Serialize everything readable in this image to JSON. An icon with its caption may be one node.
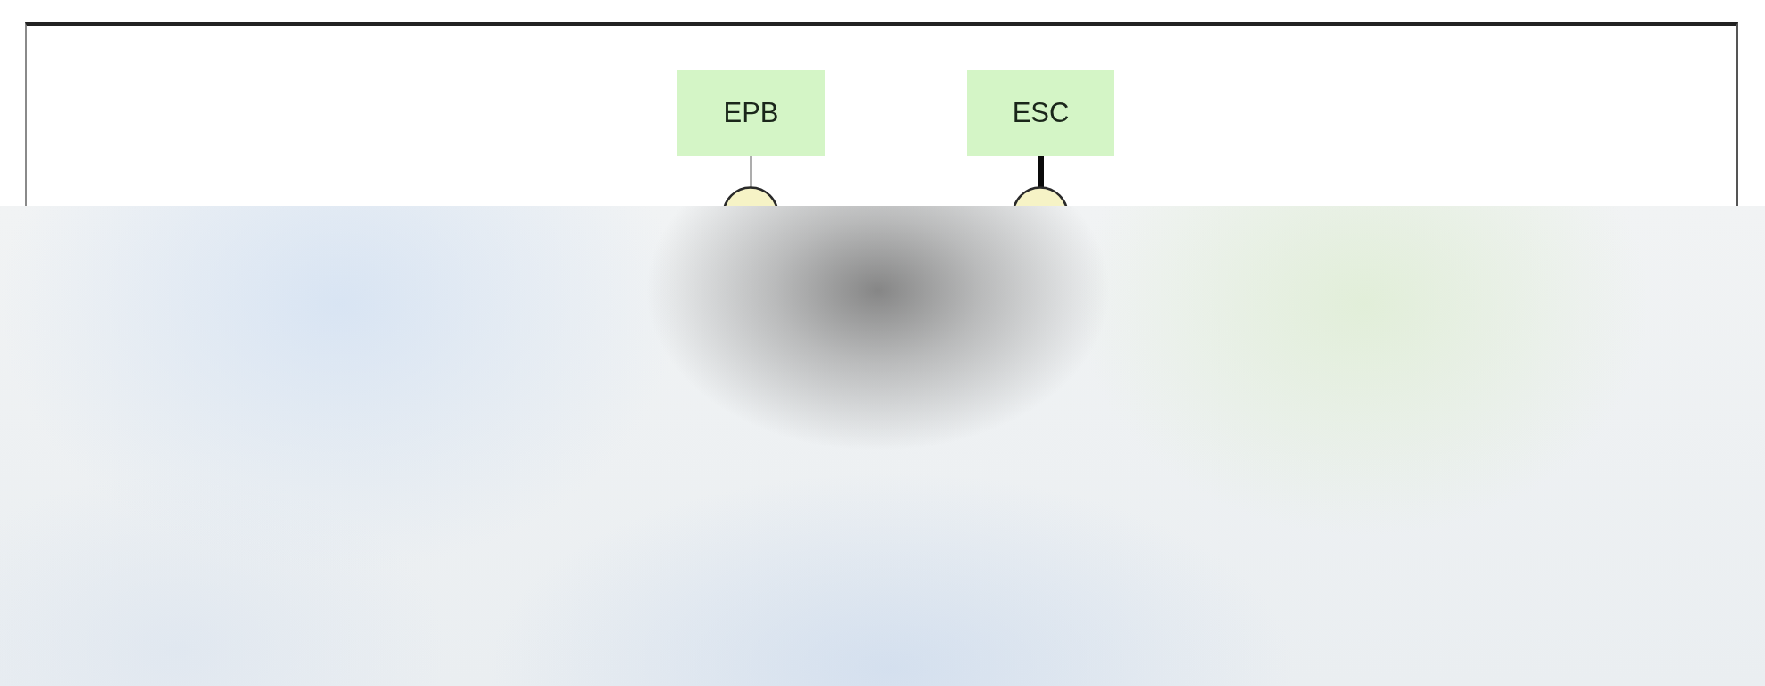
{
  "diagram": {
    "nodes": [
      {
        "text": [
          "EPB"
        ]
      },
      {
        "text": [
          "ESC"
        ]
      },
      {
        "text": [],
        "shape": "circle"
      },
      {
        "text": [],
        "shape": "circle"
      }
    ],
    "edges": [
      {
        "from": 0,
        "to": 2,
        "arrow": "none"
      },
      {
        "from": 1,
        "to": 3,
        "arrow": "none",
        "style": "thick"
      }
    ]
  }
}
